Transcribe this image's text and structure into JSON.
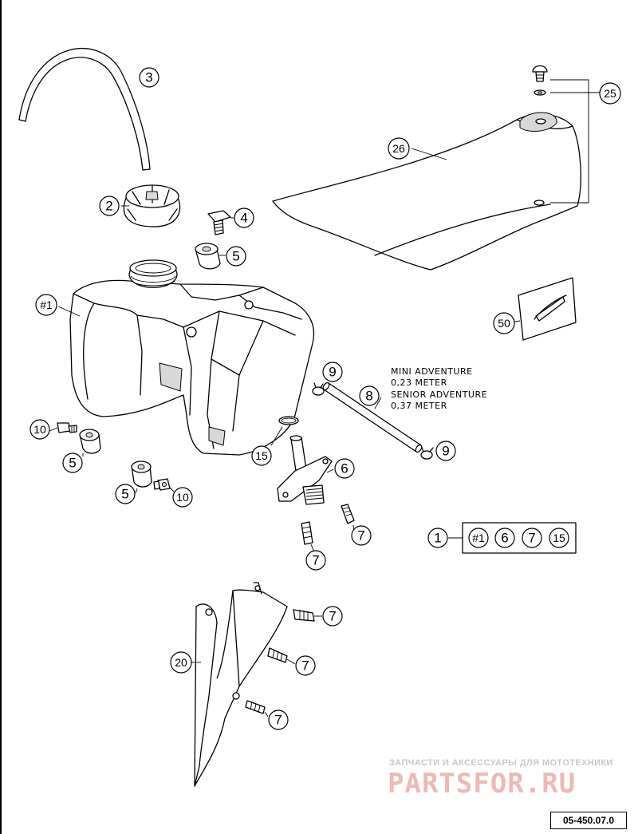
{
  "notes": {
    "line1": "MINI ADVENTURE",
    "line2": "0,23 METER",
    "line3": "SENIOR ADVENTURE",
    "line4": "0,37 METER"
  },
  "callouts": {
    "c3": "3",
    "c2": "2",
    "c4": "4",
    "c5a": "5",
    "c1": "#1",
    "c9a": "9",
    "c8": "8",
    "c9b": "9",
    "c10a": "10",
    "c5b": "5",
    "c15": "15",
    "c6": "6",
    "c5c": "5",
    "c10b": "10",
    "c7a": "7",
    "c7b": "7",
    "c26": "26",
    "c25": "25",
    "c50": "50",
    "c7c": "7",
    "c20": "20",
    "c7d": "7",
    "c7e": "7"
  },
  "kit": {
    "main": "1",
    "items": [
      "#1",
      "6",
      "7",
      "15"
    ]
  },
  "watermark": {
    "subtitle": "ЗАПЧАСТИ И АКСЕССУАРЫ ДЛЯ МОТОТЕХНИКИ",
    "brand": "PARTSFOR.RU"
  },
  "reference": "05-450.07.0",
  "brand_color": "#efb8b8"
}
